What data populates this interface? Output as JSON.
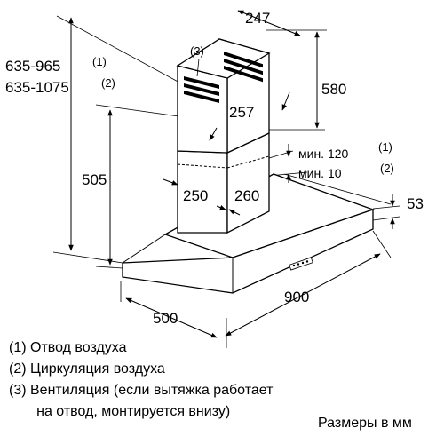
{
  "dimensions": {
    "chimney_width": "247",
    "chimney_height_recirc": "580",
    "chimney_depth": "257",
    "range_label_1": "635-965",
    "range_ref_1": "(1)",
    "range_label_2": "635-1075",
    "range_ref_2": "(2)",
    "canopy_height": "505",
    "lower_width": "250",
    "lower_depth": "260",
    "min_label_1": "мин. 120",
    "min_ref_1": "(1)",
    "min_label_2": "мин. 10",
    "min_ref_2": "(2)",
    "hood_thickness": "53",
    "hood_width": "900",
    "hood_depth": "500",
    "vent_ref": "(3)"
  },
  "legend": [
    "(1)  Отвод воздуха",
    "(2)  Циркуляция воздуха",
    "(3)  Вентиляция (если вытяжка работает",
    "       на отвод, монтируется внизу)"
  ],
  "units_note": "Размеры в мм",
  "colors": {
    "line": "#000000",
    "background": "#ffffff"
  }
}
